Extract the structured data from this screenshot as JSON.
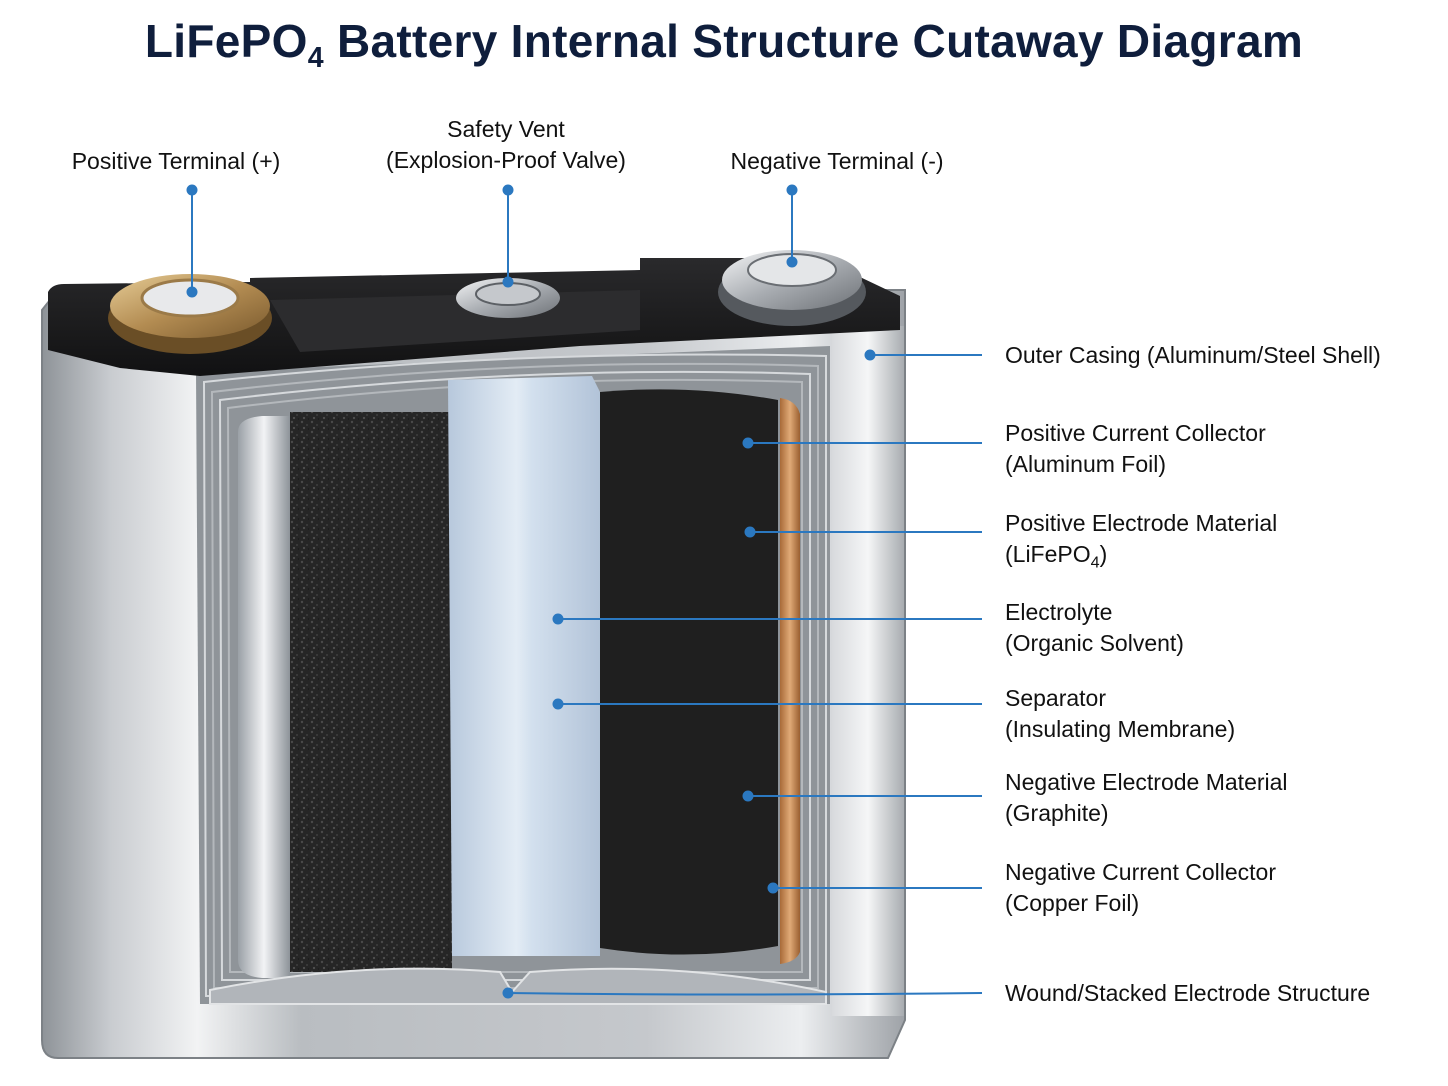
{
  "title": {
    "main": "LiFePO",
    "sub": "4",
    "rest": " Battery Internal Structure Cutaway Diagram"
  },
  "labels": {
    "positive_terminal": "Positive Terminal (+)",
    "safety_vent_line1": "Safety Vent",
    "safety_vent_line2": "(Explosion-Proof Valve)",
    "negative_terminal": "Negative Terminal (-)",
    "outer_casing": "Outer Casing (Aluminum/Steel Shell)",
    "pos_collector_line1": "Positive Current Collector",
    "pos_collector_line2": "(Aluminum Foil)",
    "pos_electrode_line1": "Positive Electrode Material",
    "pos_electrode_line2_main": "(LiFePO",
    "pos_electrode_line2_sub": "4",
    "pos_electrode_line2_end": ")",
    "electrolyte_line1": "Electrolyte",
    "electrolyte_line2": "(Organic Solvent)",
    "separator_line1": "Separator",
    "separator_line2": "(Insulating Membrane)",
    "neg_electrode_line1": "Negative Electrode Material",
    "neg_electrode_line2": "(Graphite)",
    "neg_collector_line1": "Negative Current Collector",
    "neg_collector_line2": "(Copper Foil)",
    "wound_structure": "Wound/Stacked Electrode Structure"
  },
  "colors": {
    "title": "#0f1e3c",
    "leader_line": "#2b78c0",
    "casing_silver": "#c9ccd0",
    "lid": "#1c1c1e",
    "brass_terminal": "#b8925a",
    "separator_blue": "#c9d9ea",
    "electrode_black": "#202020",
    "copper_foil": "#c98b55"
  }
}
